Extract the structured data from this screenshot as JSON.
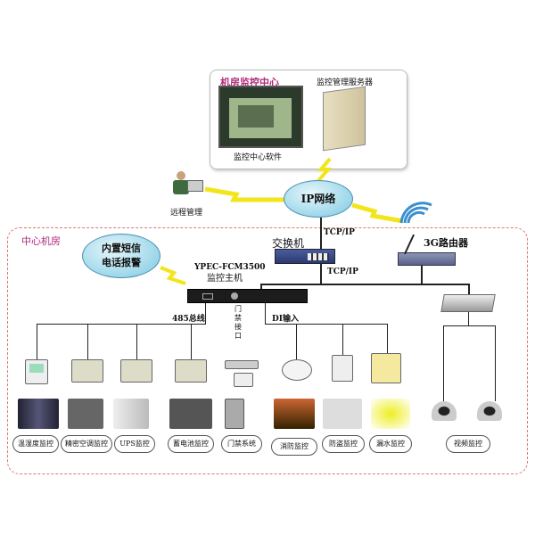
{
  "control_center": {
    "title": "机房监控中心",
    "server_label": "监控管理服务器",
    "software_label": "监控中心软件"
  },
  "remote": {
    "label": "远程管理"
  },
  "network": {
    "label": "IP网络"
  },
  "room": {
    "title": "中心机房",
    "alarm_cloud": [
      "内置短信",
      "电话报警"
    ]
  },
  "switch": {
    "label": "交换机",
    "protocol_top": "TCP/IP",
    "protocol_bottom": "TCP/IP"
  },
  "router": {
    "label": "3G路由器"
  },
  "host": {
    "model": "YPEC-FCM3500",
    "label": "监控主机"
  },
  "buses": {
    "rs485": "485总线",
    "door": "门禁接口",
    "di": "DI输入"
  },
  "modules": [
    "温湿度监控",
    "精密空调监控",
    "UPS监控",
    "蓄电池监控",
    "门禁系统",
    "消防监控",
    "防盗监控",
    "漏水监控",
    "视频监控"
  ],
  "colors": {
    "title_pink": "#b0287a",
    "dashed_border": "#dd7777",
    "cloud": "#7cc9e2",
    "lightning": "#f2e51a"
  }
}
